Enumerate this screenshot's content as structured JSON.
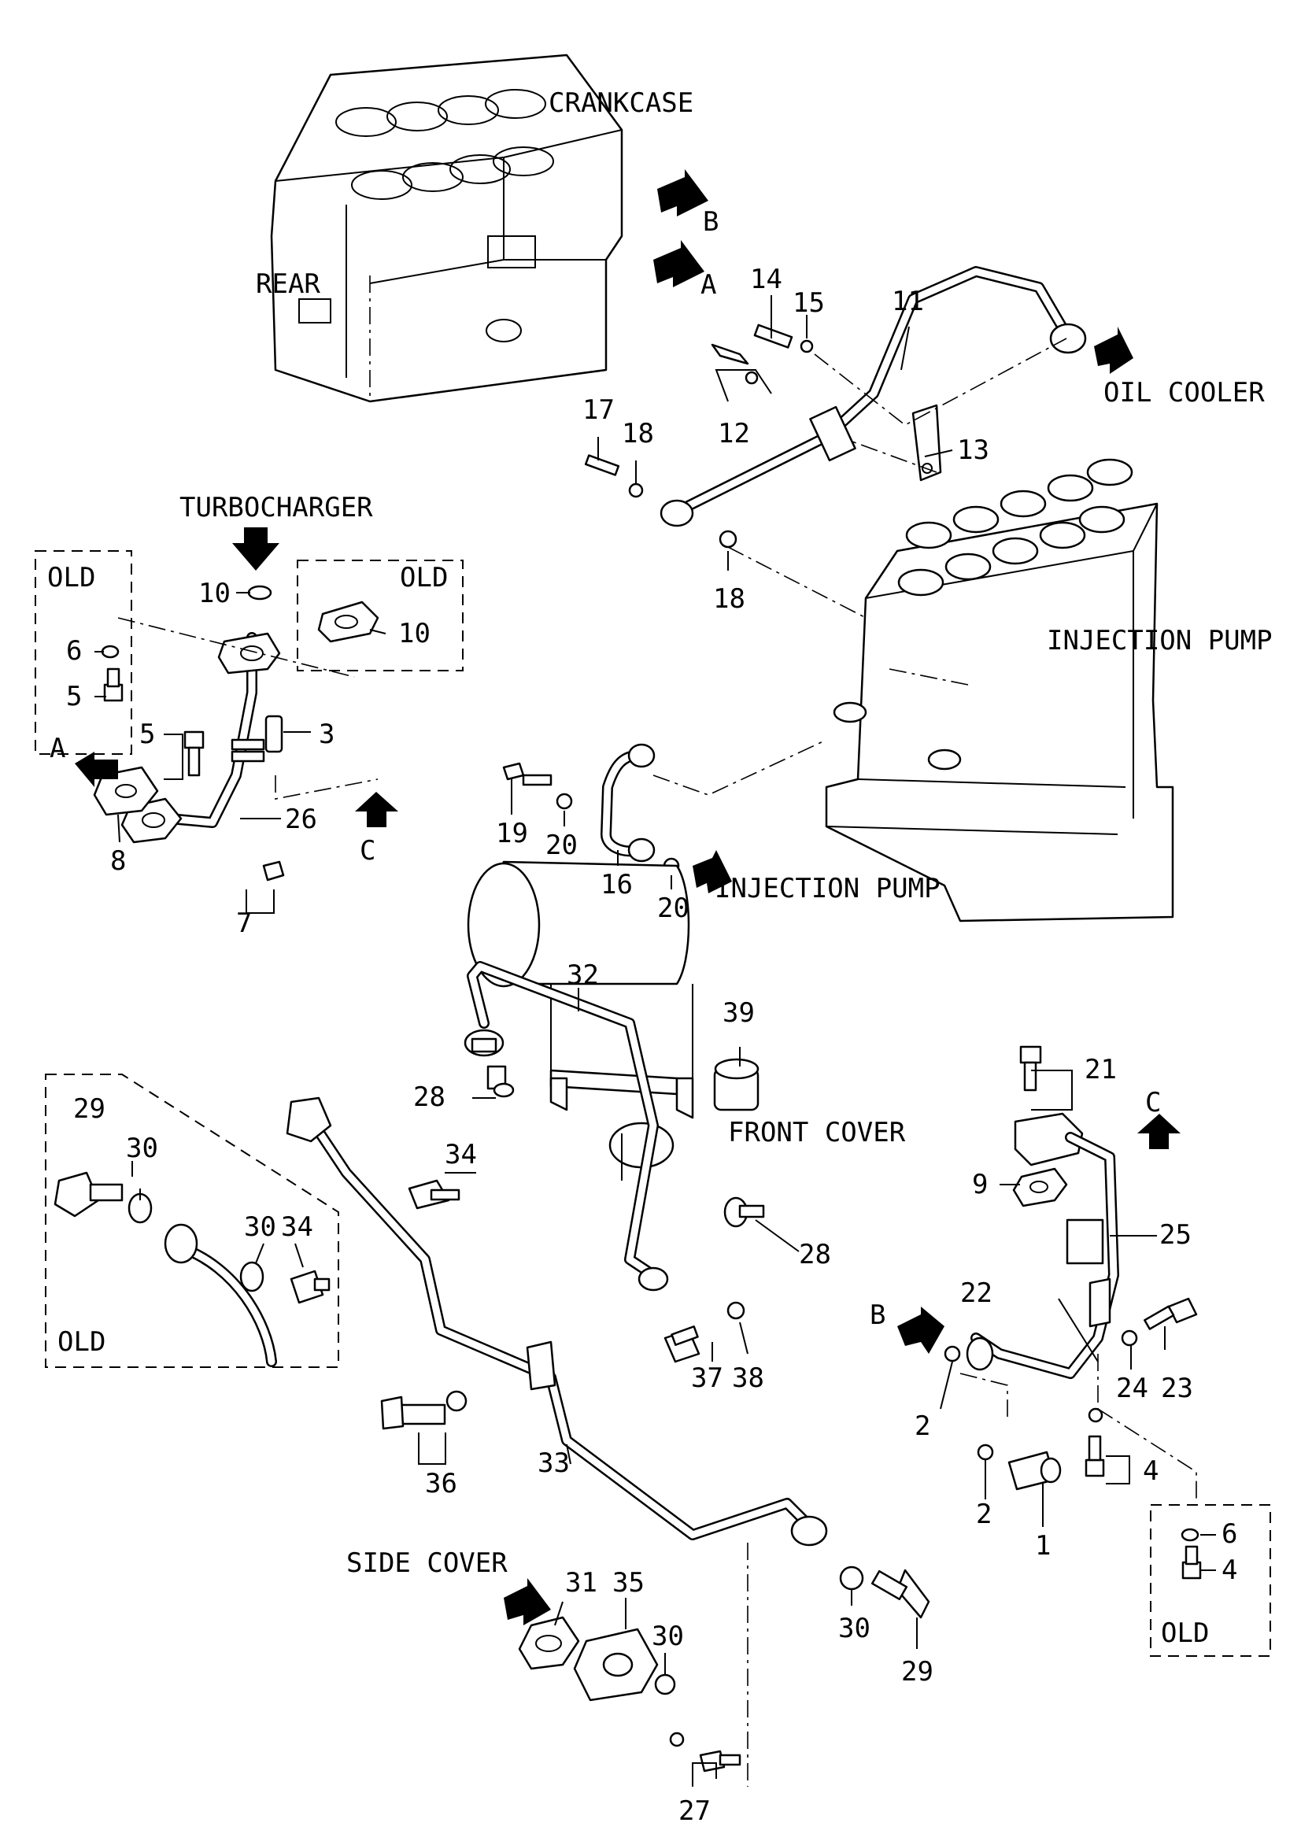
{
  "labels": {
    "crankcase": "CRANKCASE",
    "rear": "REAR",
    "oil_cooler": "OIL COOLER",
    "turbocharger": "TURBOCHARGER",
    "injection_pump_top": "INJECTION PUMP",
    "injection_pump_bottom": "INJECTION PUMP",
    "front_cover": "FRONT COVER",
    "side_cover": "SIDE COVER",
    "old_1": "OLD",
    "old_2": "OLD",
    "old_3": "OLD",
    "old_4": "OLD",
    "arrow_a_top": "A",
    "arrow_b_top": "B",
    "arrow_a_left": "A",
    "arrow_c_left": "C",
    "arrow_b_right": "B",
    "arrow_c_right": "C"
  },
  "callouts": [
    {
      "id": "c14",
      "text": "14"
    },
    {
      "id": "c15",
      "text": "15"
    },
    {
      "id": "c11",
      "text": "11"
    },
    {
      "id": "c17",
      "text": "17"
    },
    {
      "id": "c18a",
      "text": "18"
    },
    {
      "id": "c12",
      "text": "12"
    },
    {
      "id": "c13",
      "text": "13"
    },
    {
      "id": "c18b",
      "text": "18"
    },
    {
      "id": "c10a",
      "text": "10"
    },
    {
      "id": "c10b",
      "text": "10"
    },
    {
      "id": "c6a",
      "text": "6"
    },
    {
      "id": "c5a",
      "text": "5"
    },
    {
      "id": "c5b",
      "text": "5"
    },
    {
      "id": "c3",
      "text": "3"
    },
    {
      "id": "c26",
      "text": "26"
    },
    {
      "id": "c8",
      "text": "8"
    },
    {
      "id": "c7",
      "text": "7"
    },
    {
      "id": "c19",
      "text": "19"
    },
    {
      "id": "c20a",
      "text": "20"
    },
    {
      "id": "c16",
      "text": "16"
    },
    {
      "id": "c20b",
      "text": "20"
    },
    {
      "id": "c32",
      "text": "32"
    },
    {
      "id": "c39",
      "text": "39"
    },
    {
      "id": "c29a",
      "text": "29"
    },
    {
      "id": "c30a",
      "text": "30"
    },
    {
      "id": "c30b",
      "text": "30"
    },
    {
      "id": "c34a",
      "text": "34"
    },
    {
      "id": "c28a",
      "text": "28"
    },
    {
      "id": "c34b",
      "text": "34"
    },
    {
      "id": "c28b",
      "text": "28"
    },
    {
      "id": "c37",
      "text": "37"
    },
    {
      "id": "c38",
      "text": "38"
    },
    {
      "id": "c36",
      "text": "36"
    },
    {
      "id": "c33",
      "text": "33"
    },
    {
      "id": "c21",
      "text": "21"
    },
    {
      "id": "c9",
      "text": "9"
    },
    {
      "id": "c25",
      "text": "25"
    },
    {
      "id": "c22",
      "text": "22"
    },
    {
      "id": "c2a",
      "text": "2"
    },
    {
      "id": "c24",
      "text": "24"
    },
    {
      "id": "c23",
      "text": "23"
    },
    {
      "id": "c2b",
      "text": "2"
    },
    {
      "id": "c4a",
      "text": "4"
    },
    {
      "id": "c1",
      "text": "1"
    },
    {
      "id": "c6b",
      "text": "6"
    },
    {
      "id": "c4b",
      "text": "4"
    },
    {
      "id": "c31",
      "text": "31"
    },
    {
      "id": "c35",
      "text": "35"
    },
    {
      "id": "c30c",
      "text": "30"
    },
    {
      "id": "c30d",
      "text": "30"
    },
    {
      "id": "c29b",
      "text": "29"
    },
    {
      "id": "c27",
      "text": "27"
    }
  ]
}
